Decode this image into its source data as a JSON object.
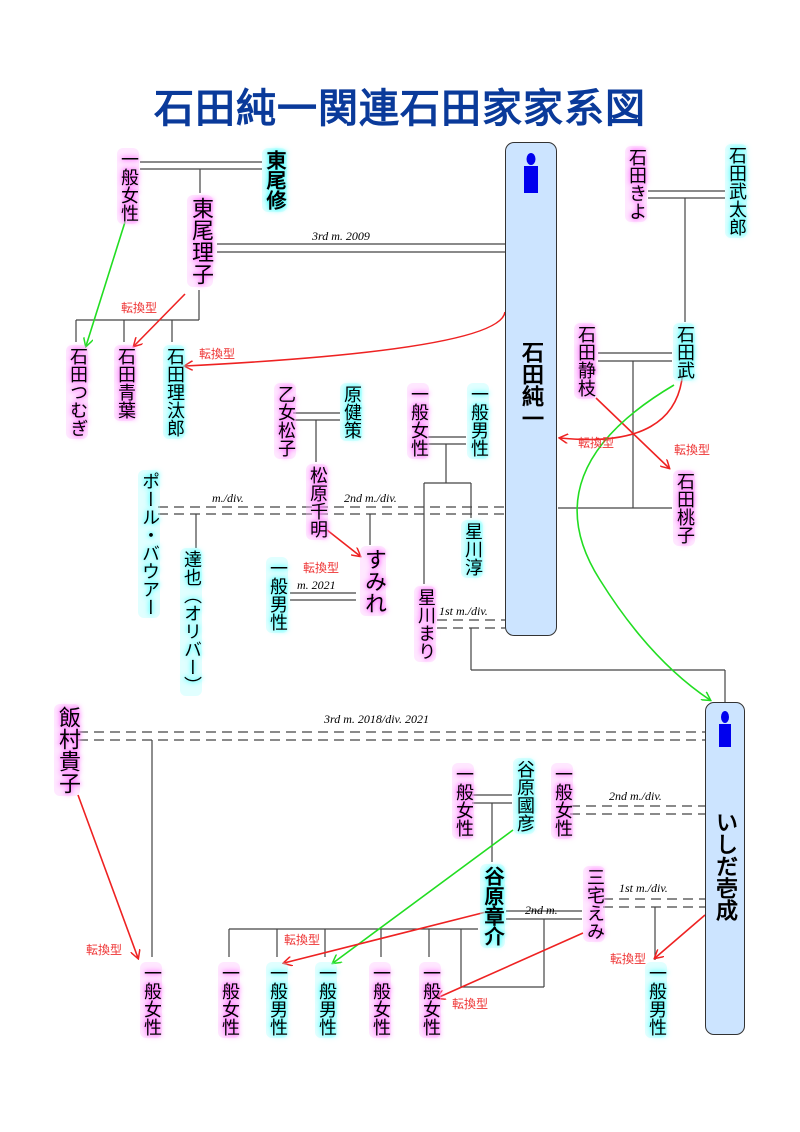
{
  "title": "石田純一関連石田家家系図",
  "colors": {
    "title": "#0a3a9a",
    "female_glow": "#ff66ff",
    "male_glow": "#44ffff",
    "main_box": "#cce4ff",
    "conversion_arrow": "#ee2222",
    "other_arrow": "#22dd22",
    "icon": "#0000ee"
  },
  "legend_terms": {
    "conversion": "転換型"
  },
  "main_persons": [
    {
      "id": "ishida-junichi",
      "name": "石田純一",
      "icon": "person-icon"
    },
    {
      "id": "ishida-issei",
      "name": "いしだ壱成",
      "icon": "person-icon"
    }
  ],
  "persons": {
    "female_1": "一般女性",
    "higashio_osamu": "東尾修",
    "higashio_riko": "東尾理子",
    "ishida_tsumugi": "石田つむぎ",
    "ishida_aoba": "石田青葉",
    "ishida_ritaro": "石田理汰郎",
    "ishida_kiyo": "石田きよ",
    "ishida_taketaro": "石田武太郎",
    "ishida_shizue": "石田静枝",
    "ishida_takeshi": "石田武",
    "ishida_momoko": "石田桃子",
    "otome_matsuko": "乙女松子",
    "hara_kensaku": "原健策",
    "matsubara_chiaki": "松原千明",
    "female_2": "一般女性",
    "male_2": "一般男性",
    "paul_bower": "ポール・バウアー",
    "tatsuya": "達也（オリバー）",
    "sumire": "すみれ",
    "male_3": "一般男性",
    "hoshikawa_jun": "星川淳",
    "hoshikawa_mari": "星川まり",
    "iimura_takako": "飯村貴子",
    "female_4": "一般女性",
    "tanihara_kunihiko": "谷原國彦",
    "female_5": "一般女性",
    "tanihara_shosuke": "谷原章介",
    "miyake_emi": "三宅えみ",
    "female_iimura_child": "一般女性",
    "children_tanihara": [
      "一般女性",
      "一般男性",
      "一般男性",
      "一般女性",
      "一般女性"
    ],
    "issei_child": "一般男性"
  },
  "marriage_labels": {
    "riko_junichi": "3rd m. 2009",
    "paul_chiaki": "m./div.",
    "chiaki_junichi": "2nd m./div.",
    "sumire_male": "m. 2021",
    "mari_junichi": "1st m./div.",
    "iimura_issei": "3rd m. 2018/div. 2021",
    "female5_issei": "2nd m./div.",
    "shosuke_emi": "2nd m.",
    "emi_issei": "1st m./div."
  }
}
